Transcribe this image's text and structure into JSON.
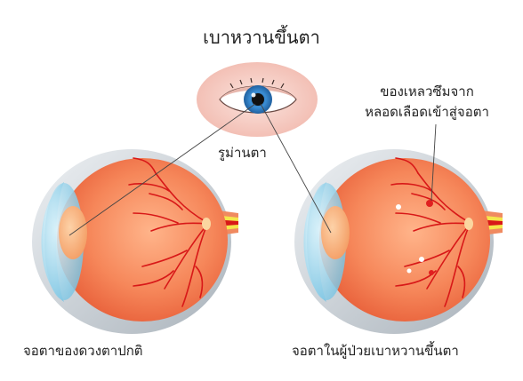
{
  "title": "เบาหวานขึ้นตา",
  "labels": {
    "pupil": "รูม่านตา",
    "leak_line1": "ของเหลวซึมจาก",
    "leak_line2": "หลอดเลือดเข้าสู่จอตา",
    "normal_retina": "จอตาของดวงตาปกติ",
    "diabetic_retina": "จอตาในผู้ป่วยเบาหวานขึ้นตา"
  },
  "colors": {
    "eyeball_fill": "#f47a4a",
    "sclera_shell": "#d0d6dc",
    "cornea": "#a8dcef",
    "lens": "#f8b27a",
    "optic_nerve_yellow": "#f5e64a",
    "vessels": "#d81818",
    "iris": "#3b8fd6",
    "skin": "#f7d2cb",
    "leak_spot": "#ffffff"
  }
}
